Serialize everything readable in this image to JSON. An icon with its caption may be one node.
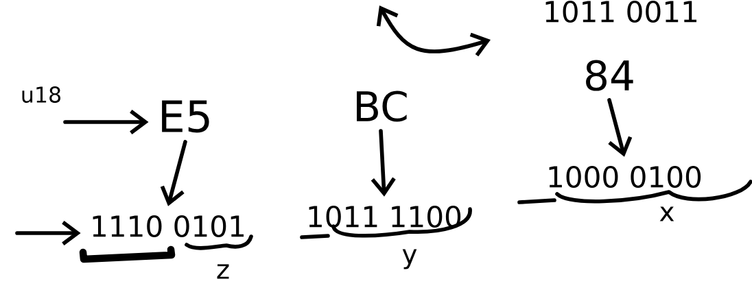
{
  "diagram": {
    "nodes": [
      {
        "text": [
          "1011 0011"
        ]
      },
      {
        "text": [
          "84"
        ]
      },
      {
        "text": [
          "E5"
        ]
      },
      {
        "text": [
          "BC"
        ]
      },
      {
        "text": [
          "1110 0101"
        ]
      },
      {
        "text": [
          "1011 1100"
        ]
      },
      {
        "text": [
          "1000 0100"
        ]
      }
    ],
    "edges": [
      {
        "from": null,
        "to": 2,
        "arrow": "to"
      },
      {
        "from": 2,
        "to": 4,
        "arrow": "to"
      },
      {
        "from": 3,
        "to": 5,
        "arrow": "to"
      },
      {
        "from": 1,
        "to": 6,
        "arrow": "to"
      },
      {
        "from": null,
        "to": 4,
        "arrow": "to"
      }
    ],
    "labels": [
      "u18",
      "z",
      "y",
      "x"
    ]
  }
}
